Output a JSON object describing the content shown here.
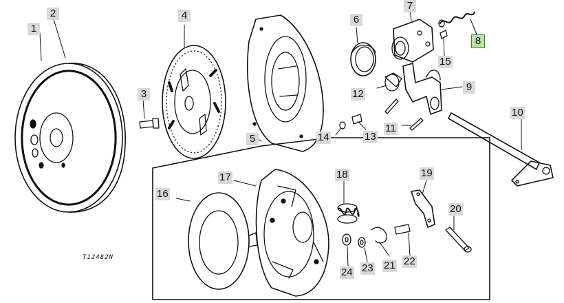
{
  "diagram": {
    "drawing_id": "T12482N",
    "highlight_color": "#b9e0a8",
    "callout_bg": "#d9d9d9",
    "callouts": {
      "c1": "1",
      "c2": "2",
      "c3": "3",
      "c4": "4",
      "c5": "5",
      "c6": "6",
      "c7": "7",
      "c8": "8",
      "c9": "9",
      "c10": "10",
      "c11": "11",
      "c12": "12",
      "c13": "13",
      "c14": "14",
      "c15": "15",
      "c16": "16",
      "c17": "17",
      "c18": "18",
      "c19": "19",
      "c20": "20",
      "c21": "21",
      "c22": "22",
      "c23": "23",
      "c24": "24"
    },
    "highlighted_callout": "8"
  }
}
